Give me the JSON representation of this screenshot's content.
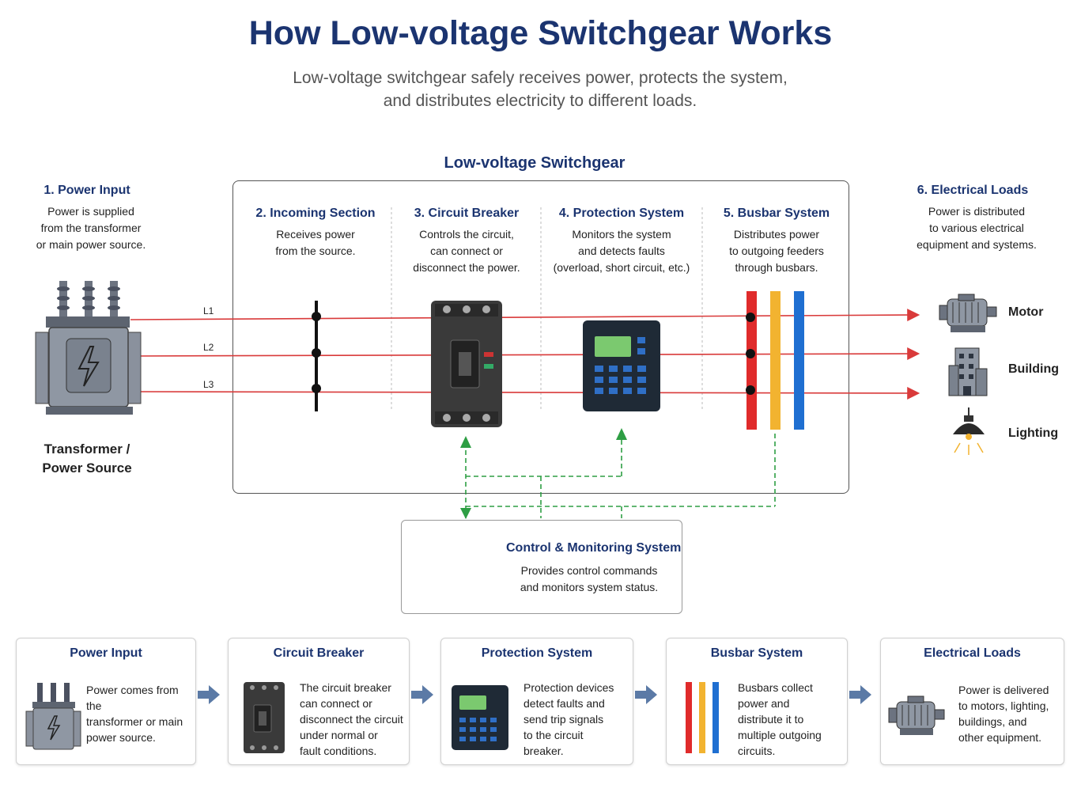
{
  "header": {
    "title": "How Low-voltage Switchgear Works",
    "subtitle_line1": "Low-voltage switchgear safely receives power, protects the system,",
    "subtitle_line2": "and distributes electricity to different loads."
  },
  "switchgear": {
    "title": "Low-voltage Switchgear",
    "stages": [
      {
        "title": "2. Incoming Section",
        "lines": [
          "Receives power",
          "from the source."
        ]
      },
      {
        "title": "3. Circuit Breaker",
        "lines": [
          "Controls the circuit,",
          "can connect or",
          "disconnect the power."
        ]
      },
      {
        "title": "4. Protection System",
        "lines": [
          "Monitors the system",
          "and detects faults",
          "(overload, short circuit, etc.)"
        ]
      },
      {
        "title": "5. Busbar System",
        "lines": [
          "Distributes power",
          "to outgoing feeders",
          "through busbars."
        ]
      }
    ]
  },
  "power_input": {
    "title": "1. Power Input",
    "lines": [
      "Power is supplied",
      "from the transformer",
      "or main power source."
    ],
    "label_line1": "Transformer /",
    "label_line2": "Power Source"
  },
  "phases": [
    "L1",
    "L2",
    "L3"
  ],
  "loads": {
    "title": "6. Electrical Loads",
    "lines": [
      "Power is distributed",
      "to various electrical",
      "equipment and systems."
    ],
    "items": [
      "Motor",
      "Building",
      "Lighting"
    ]
  },
  "control": {
    "title": "Control & Monitoring System",
    "line1": "Provides control commands",
    "line2": "and monitors system status."
  },
  "cards": [
    {
      "title": "Power Input",
      "lines": [
        "Power comes from the",
        "transformer or main",
        "power source."
      ]
    },
    {
      "title": "Circuit Breaker",
      "lines": [
        "The circuit breaker",
        "can connect or",
        "disconnect the circuit",
        "under normal or",
        "fault conditions."
      ]
    },
    {
      "title": "Protection System",
      "lines": [
        "Protection devices",
        "detect faults and",
        "send trip signals",
        "to the circuit",
        "breaker."
      ]
    },
    {
      "title": "Busbar System",
      "lines": [
        "Busbars collect",
        "power and",
        "distribute it to",
        "multiple outgoing",
        "circuits."
      ]
    },
    {
      "title": "Electrical Loads",
      "lines": [
        "Power is delivered",
        "to motors, lighting,",
        "buildings, and",
        "other equipment."
      ]
    }
  ],
  "colors": {
    "title": "#1b3470",
    "wire": "#d93a3a",
    "busbar_red": "#e02b2b",
    "busbar_yellow": "#f2b330",
    "busbar_blue": "#1f6fd1",
    "signal": "#2e9e44",
    "arrow": "#5b7aa6"
  }
}
